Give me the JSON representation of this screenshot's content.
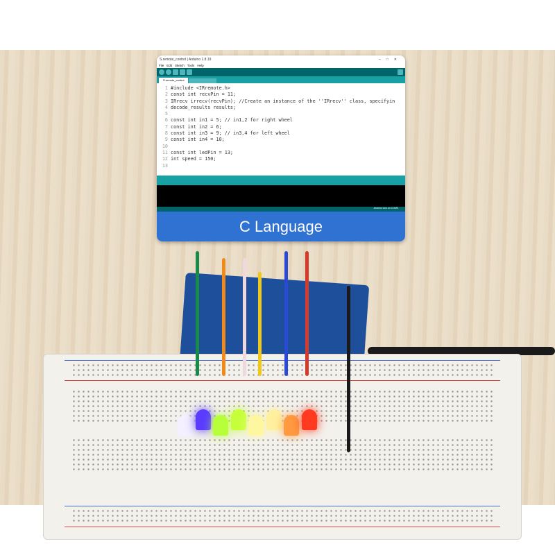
{
  "ide": {
    "title": "S.remote_control | Arduino 1.8.19",
    "menu": [
      "File",
      "Edit",
      "Sketch",
      "Tools",
      "Help"
    ],
    "tab": "S.remote_control",
    "code": [
      {
        "n": "1",
        "t": "#include <IRremote.h>"
      },
      {
        "n": "2",
        "t": "const int recvPin = 11;"
      },
      {
        "n": "3",
        "t": "IRrecv irrecv(recvPin); //Create an instance of the ''IRrecv'' class, specifyin"
      },
      {
        "n": "4",
        "t": "decode_results results;"
      },
      {
        "n": "5",
        "t": ""
      },
      {
        "n": "6",
        "t": "const int in1 = 5; // in1,2 for right wheel"
      },
      {
        "n": "7",
        "t": "const int in2 = 6;"
      },
      {
        "n": "8",
        "t": "const int in3 = 9; // in3,4 for left wheel"
      },
      {
        "n": "9",
        "t": "const int in4 = 10;"
      },
      {
        "n": "10",
        "t": ""
      },
      {
        "n": "11",
        "t": "const int ledPin = 13;"
      },
      {
        "n": "12",
        "t": "int speed = 150;"
      },
      {
        "n": "13",
        "t": ""
      }
    ],
    "footer": "Arduino Uno on COM3"
  },
  "caption": "C Language",
  "colors": {
    "teal": "#006468",
    "caption_bg": "#2f72d2"
  },
  "leds": [
    "#f4f0ff",
    "#5a3cff",
    "#b6ff3a",
    "#c6ff3a",
    "#fff7a0",
    "#fff0a0",
    "#ff9a40",
    "#ff3a20"
  ]
}
